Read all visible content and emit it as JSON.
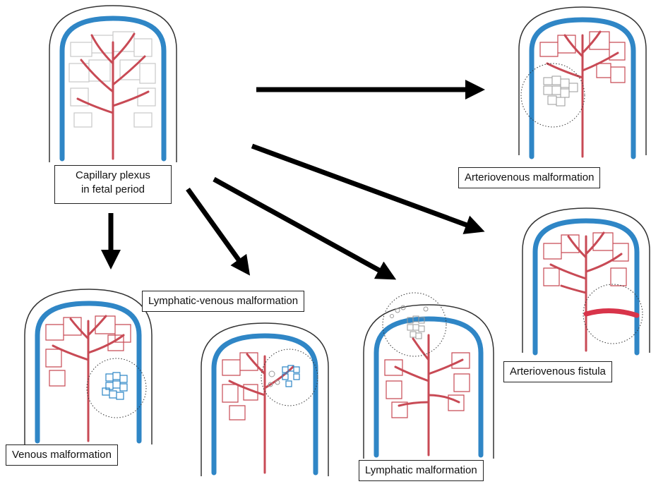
{
  "labels": {
    "capillary_line1": "Capillary plexus",
    "capillary_line2": "in fetal period",
    "arteriovenous_malformation": "Arteriovenous malformation",
    "arteriovenous_fistula": "Arteriovenous fistula",
    "lymphatic_venous_malformation": "Lymphatic-venous malformation",
    "venous_malformation": "Venous malformation",
    "lymphatic_malformation": "Lymphatic malformation"
  },
  "colors": {
    "artery": "#d8344a",
    "vein": "#2f86c6",
    "capillary_network": "#c84a55",
    "immature_plexus": "#c9c9c9",
    "lymphatic": "#9a9a9a",
    "outline": "#333333",
    "arrow": "#000000"
  }
}
